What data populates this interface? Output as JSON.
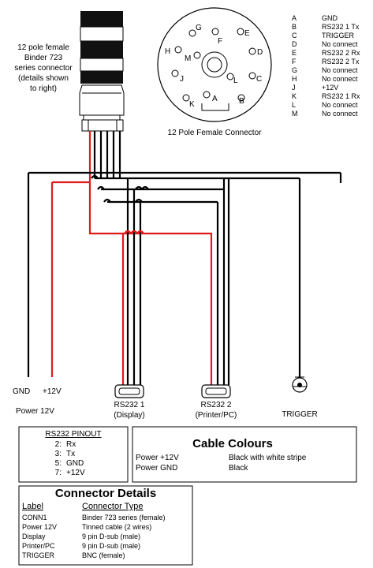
{
  "connector_label": {
    "lines": [
      "12 pole female",
      "Binder 723",
      "series connector",
      "(details shown",
      "to right)"
    ]
  },
  "face": {
    "caption": "12 Pole Female Connector",
    "pins": [
      "G",
      "F",
      "E",
      "H",
      "M",
      "D",
      "J",
      "C",
      "L",
      "K",
      "A",
      "B"
    ]
  },
  "pin_table": [
    {
      "pin": "A",
      "func": "GND"
    },
    {
      "pin": "B",
      "func": "RS232 1 Tx"
    },
    {
      "pin": "C",
      "func": "TRIGGER"
    },
    {
      "pin": "D",
      "func": "No connect"
    },
    {
      "pin": "E",
      "func": "RS232 2 Rx"
    },
    {
      "pin": "F",
      "func": "RS232 2 Tx"
    },
    {
      "pin": "G",
      "func": "No connect"
    },
    {
      "pin": "H",
      "func": "No connect"
    },
    {
      "pin": "J",
      "func": "+12V"
    },
    {
      "pin": "K",
      "func": "RS232 1 Rx"
    },
    {
      "pin": "L",
      "func": "No connect"
    },
    {
      "pin": "M",
      "func": "No connect"
    }
  ],
  "endpoints": {
    "gnd": "GND",
    "plus12": "+12V",
    "power": "Power 12V",
    "rs1_line1": "RS232 1",
    "rs1_line2": "(Display)",
    "rs2_line1": "RS232 2",
    "rs2_line2": "(Printer/PC)",
    "trigger": "TRIGGER"
  },
  "rs232_pinout": {
    "title": "RS232 PINOUT",
    "rows": [
      {
        "num": "2:",
        "name": "Rx"
      },
      {
        "num": "3:",
        "name": "Tx"
      },
      {
        "num": "5:",
        "name": "GND"
      },
      {
        "num": "7:",
        "name": "+12V"
      }
    ]
  },
  "cable_colours": {
    "title": "Cable Colours",
    "rows": [
      {
        "label": "Power +12V",
        "value": "Black with white stripe"
      },
      {
        "label": "Power GND",
        "value": "Black"
      }
    ]
  },
  "connector_details": {
    "title": "Connector Details",
    "col1": "Label",
    "col2": "Connector Type",
    "rows": [
      {
        "label": "CONN1",
        "type": "Binder 723 series (female)"
      },
      {
        "label": "Power 12V",
        "type": "Tinned cable (2 wires)"
      },
      {
        "label": "Display",
        "type": "9 pin D-sub (male)"
      },
      {
        "label": "Printer/PC",
        "type": "9 pin D-sub (male)"
      },
      {
        "label": "TRIGGER",
        "type": "BNC (female)"
      }
    ]
  }
}
